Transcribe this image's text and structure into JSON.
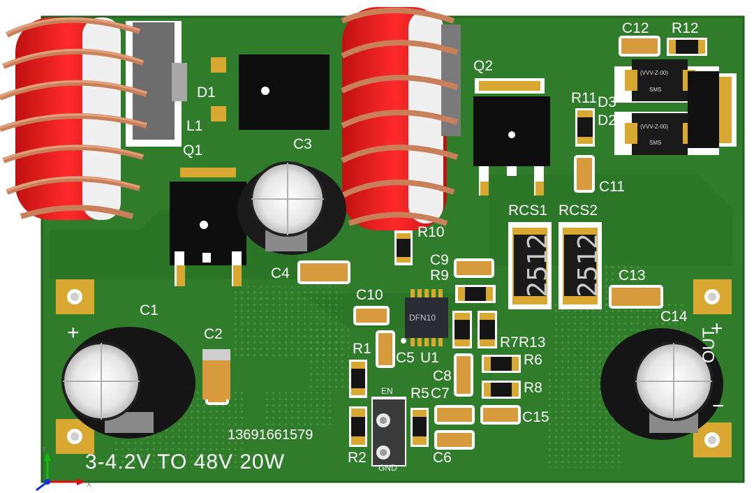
{
  "colors": {
    "pcb": "#2f7d2a",
    "pcb_dark": "#266a22",
    "silk": "#ffffff",
    "gold": "#d9a830",
    "copper_wire": "#d08560",
    "core_red": "#e01818",
    "mosfet": "#0e0e0e",
    "cap_body": "#1a1a1a",
    "axis_x": "#e01010",
    "axis_y": "#10c010",
    "axis_z": "#1030e0"
  },
  "designators": {
    "L1": "L1",
    "D1": "D1",
    "Q1": "Q1",
    "Q2": "Q2",
    "C1": "C1",
    "C2": "C2",
    "C3": "C3",
    "C4": "C4",
    "C5": "C5",
    "C6": "C6",
    "C7": "C7",
    "C8": "C8",
    "C9": "C9",
    "C10": "C10",
    "C11": "C11",
    "C12": "C12",
    "C13": "C13",
    "C14": "C14",
    "C15": "C15",
    "R1": "R1",
    "R2": "R2",
    "R5": "R5",
    "R6": "R6",
    "R7R13": "R7R13",
    "R8": "R8",
    "R9": "R9",
    "R10": "R10",
    "R11": "R11",
    "R12": "R12",
    "D2": "D2",
    "D3": "D3",
    "U1": "U1",
    "RCS1": "RCS1",
    "RCS2": "RCS2",
    "EN": "EN",
    "GND": "GND"
  },
  "board_text": {
    "phone": "13691661579",
    "title": "3-4.2V TO 48V 20W",
    "plus_in": "+",
    "plus_out": "+",
    "out": "OUT",
    "minus_out": "−",
    "chip_marking": "DFN10",
    "resistor_code": "2512",
    "diode_marking": "SMS",
    "diode_marking_top": "(VVV-Z-00)"
  },
  "axes": {
    "x": "X",
    "y": "Y"
  }
}
